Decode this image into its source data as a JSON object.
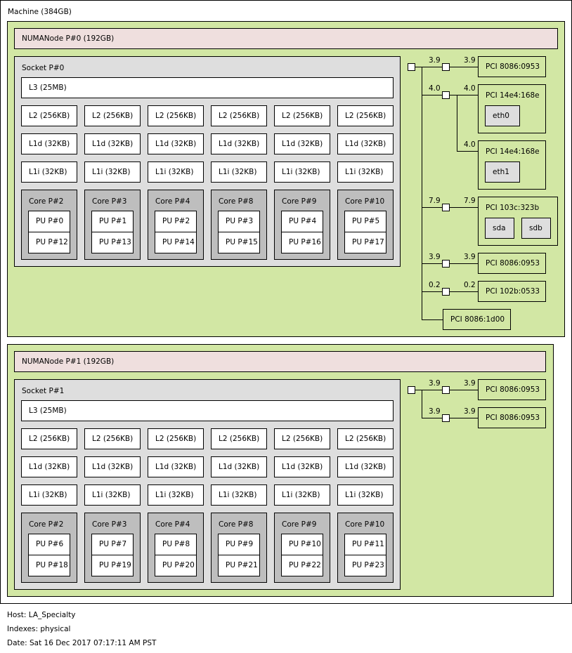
{
  "machine": {
    "label": "Machine (384GB)",
    "nodes": [
      {
        "label": "NUMANode P#0 (192GB)",
        "socket": {
          "label": "Socket P#0",
          "l3": "L3 (25MB)",
          "l2": [
            "L2 (256KB)",
            "L2 (256KB)",
            "L2 (256KB)",
            "L2 (256KB)",
            "L2 (256KB)",
            "L2 (256KB)"
          ],
          "l1d": [
            "L1d (32KB)",
            "L1d (32KB)",
            "L1d (32KB)",
            "L1d (32KB)",
            "L1d (32KB)",
            "L1d (32KB)"
          ],
          "l1i": [
            "L1i (32KB)",
            "L1i (32KB)",
            "L1i (32KB)",
            "L1i (32KB)",
            "L1i (32KB)",
            "L1i (32KB)"
          ],
          "cores": [
            {
              "label": "Core P#2",
              "pus": [
                "PU P#0",
                "PU P#12"
              ]
            },
            {
              "label": "Core P#3",
              "pus": [
                "PU P#1",
                "PU P#13"
              ]
            },
            {
              "label": "Core P#4",
              "pus": [
                "PU P#2",
                "PU P#14"
              ]
            },
            {
              "label": "Core P#8",
              "pus": [
                "PU P#3",
                "PU P#15"
              ]
            },
            {
              "label": "Core P#9",
              "pus": [
                "PU P#4",
                "PU P#16"
              ]
            },
            {
              "label": "Core P#10",
              "pus": [
                "PU P#5",
                "PU P#17"
              ]
            }
          ]
        },
        "pci": [
          {
            "bw_left": "3.9",
            "bw_right": "3.9",
            "label": "PCI 8086:0953"
          },
          {
            "bw_left": "4.0",
            "bw_right": "4.0",
            "label": "PCI 14e4:168e",
            "devices": [
              "eth0"
            ]
          },
          {
            "bw_right": "4.0",
            "label": "PCI 14e4:168e",
            "devices": [
              "eth1"
            ]
          },
          {
            "bw_left": "7.9",
            "bw_right": "7.9",
            "label": "PCI 103c:323b",
            "devices": [
              "sda",
              "sdb"
            ]
          },
          {
            "bw_left": "3.9",
            "bw_right": "3.9",
            "label": "PCI 8086:0953"
          },
          {
            "bw_left": "0.2",
            "bw_right": "0.2",
            "label": "PCI 102b:0533"
          },
          {
            "label": "PCI 8086:1d00"
          }
        ]
      },
      {
        "label": "NUMANode P#1 (192GB)",
        "socket": {
          "label": "Socket P#1",
          "l3": "L3 (25MB)",
          "l2": [
            "L2 (256KB)",
            "L2 (256KB)",
            "L2 (256KB)",
            "L2 (256KB)",
            "L2 (256KB)",
            "L2 (256KB)"
          ],
          "l1d": [
            "L1d (32KB)",
            "L1d (32KB)",
            "L1d (32KB)",
            "L1d (32KB)",
            "L1d (32KB)",
            "L1d (32KB)"
          ],
          "l1i": [
            "L1i (32KB)",
            "L1i (32KB)",
            "L1i (32KB)",
            "L1i (32KB)",
            "L1i (32KB)",
            "L1i (32KB)"
          ],
          "cores": [
            {
              "label": "Core P#2",
              "pus": [
                "PU P#6",
                "PU P#18"
              ]
            },
            {
              "label": "Core P#3",
              "pus": [
                "PU P#7",
                "PU P#19"
              ]
            },
            {
              "label": "Core P#4",
              "pus": [
                "PU P#8",
                "PU P#20"
              ]
            },
            {
              "label": "Core P#8",
              "pus": [
                "PU P#9",
                "PU P#21"
              ]
            },
            {
              "label": "Core P#9",
              "pus": [
                "PU P#10",
                "PU P#22"
              ]
            },
            {
              "label": "Core P#10",
              "pus": [
                "PU P#11",
                "PU P#23"
              ]
            }
          ]
        },
        "pci": [
          {
            "bw_left": "3.9",
            "bw_right": "3.9",
            "label": "PCI 8086:0953"
          },
          {
            "bw_left": "3.9",
            "bw_right": "3.9",
            "label": "PCI 8086:0953"
          }
        ]
      }
    ]
  },
  "footer": {
    "host": "Host: LA_Specialty",
    "indexes": "Indexes: physical",
    "date": "Date: Sat 16 Dec 2017 07:17:11 AM PST"
  },
  "colors": {
    "numa_node": "#d2e7a4",
    "numa_label_bar": "#efdfde",
    "socket": "#dedede",
    "cache": "#ffffff",
    "core": "#bebebe",
    "pci_device": "#d2e7a4",
    "os_device": "#dedede"
  }
}
